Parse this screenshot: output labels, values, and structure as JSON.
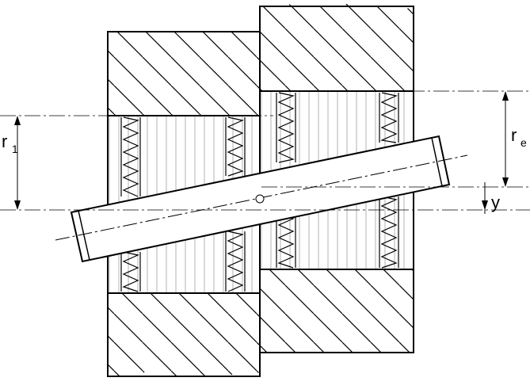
{
  "diagram": {
    "labels": {
      "r1": {
        "main": "r",
        "sub": "1"
      },
      "re": {
        "main": "r",
        "sub": "e"
      },
      "y": {
        "main": "y"
      }
    },
    "colors": {
      "ink": "#000000",
      "paper": "#ffffff",
      "hatch": "#000000",
      "light_hatch": "#9a9a9a"
    }
  }
}
